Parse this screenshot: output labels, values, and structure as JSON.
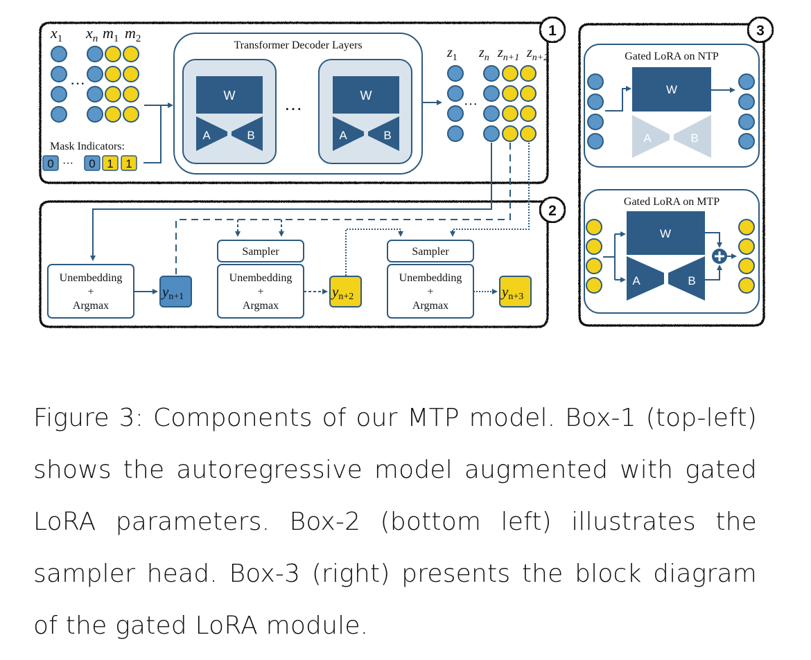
{
  "colors": {
    "blue_node": "#5b96c8",
    "blue_dark": "#2e5c87",
    "yellow_node": "#f2d21a",
    "outline": "#2d5a80",
    "panel_light": "#d9e3ec",
    "ghost": "#c9d6e2",
    "frame": "#111111"
  },
  "box1": {
    "badge": "1",
    "input_labels": {
      "x1": "x",
      "x1_sub": "1",
      "xn": "x",
      "xn_sub": "n",
      "m1": "m",
      "m1_sub": "1",
      "m2": "m",
      "m2_sub": "2"
    },
    "ellipsis": "···",
    "mask_label": "Mask Indicators:",
    "mask_values": [
      "0",
      "0",
      "1",
      "1"
    ],
    "decoder_title": "Transformer Decoder Layers",
    "layer": {
      "w": "W",
      "a": "A",
      "b": "B"
    },
    "output_labels": {
      "z1": "z",
      "z1_sub": "1",
      "zn": "z",
      "zn_sub": "n",
      "zn1": "z",
      "zn1_sub": "n+1",
      "zn2": "z",
      "zn2_sub": "n+2"
    }
  },
  "box2": {
    "badge": "2",
    "unembed": {
      "line1": "Unembedding",
      "line2": "+",
      "line3": "Argmax"
    },
    "sampler": "Sampler",
    "outputs": [
      {
        "base": "y",
        "sub": "n+1"
      },
      {
        "base": "y",
        "sub": "n+2"
      },
      {
        "base": "y",
        "sub": "n+3"
      }
    ]
  },
  "box3": {
    "badge": "3",
    "ntp_title": "Gated LoRA on NTP",
    "mtp_title": "Gated LoRA on MTP",
    "w": "W",
    "a": "A",
    "b": "B"
  },
  "caption": "Figure 3: Components of our MTP model. Box-1 (top-left) shows the autoregressive model augmented with gated LoRA parameters. Box-2 (bottom left) illustrates the sampler head. Box-3 (right) presents the block diagram of the gated LoRA module."
}
